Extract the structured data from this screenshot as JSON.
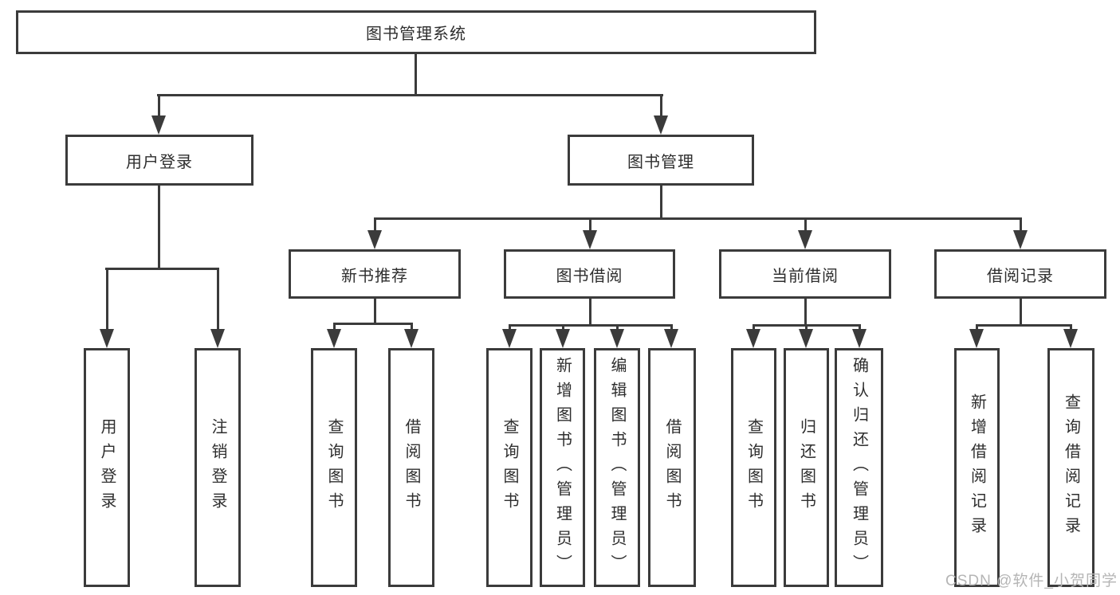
{
  "diagram": {
    "root": {
      "label": "图书管理系统"
    },
    "branches": [
      {
        "label": "用户登录",
        "children": [
          "用户登录",
          "注销登录"
        ]
      },
      {
        "label": "图书管理",
        "children": [
          {
            "label": "新书推荐",
            "children": [
              "查询图书",
              "借阅图书"
            ]
          },
          {
            "label": "图书借阅",
            "children": [
              "查询图书",
              "新增图书（管理员）",
              "编辑图书（管理员）",
              "借阅图书"
            ]
          },
          {
            "label": "当前借阅",
            "children": [
              "查询图书",
              "归还图书",
              "确认归还（管理员）"
            ]
          },
          {
            "label": "借阅记录",
            "children": [
              "新增借阅记录",
              "查询借阅记录"
            ]
          }
        ]
      }
    ],
    "watermark": {
      "text": "CSDN @软件_小贺同学",
      "color": "#b5b5b5"
    },
    "colors": {
      "line": "#3b3b3b",
      "box_border": "#3b3b3b",
      "text": "#2e2e2e",
      "background": "#ffffff"
    }
  }
}
